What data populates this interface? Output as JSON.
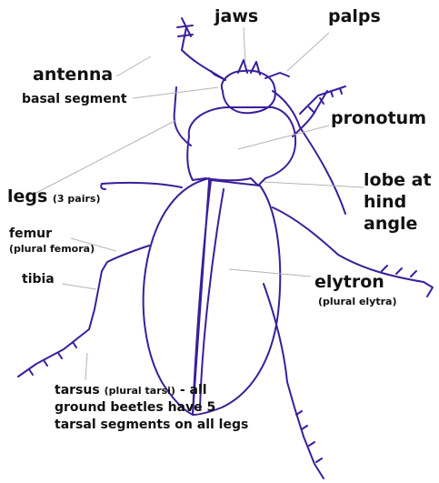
{
  "labels": {
    "jaws": "jaws",
    "palps": "palps",
    "antenna": "antenna",
    "basal_segment": "basal segment",
    "pronotum": "pronotum",
    "legs": "legs",
    "legs_note": "(3 pairs)",
    "lobe_1": "lobe at",
    "lobe_2": "hind",
    "lobe_3": "angle",
    "femur": "femur",
    "femur_note": "(plural femora)",
    "tibia": "tibia",
    "elytron": "elytron",
    "elytron_note": "(plural elytra)",
    "tarsus": "tarsus",
    "tarsus_note": "(plural tarsi)",
    "tarsus_rest_1": "- all",
    "tarsus_line_2": "ground beetles have 5",
    "tarsus_line_3": "tarsal segments on all legs"
  },
  "colors": {
    "outline": "#3a1f9a",
    "leader": "#b5b5b5",
    "text": "#111111"
  }
}
